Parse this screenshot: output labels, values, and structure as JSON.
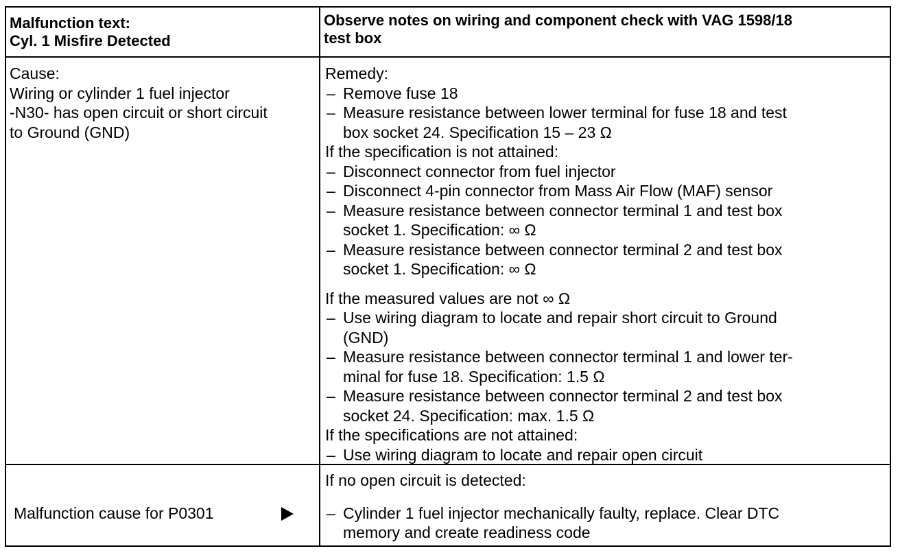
{
  "header": {
    "left": {
      "line1": "Malfunction text:",
      "line2": "Cyl. 1 Misfire Detected"
    },
    "right": {
      "line1": "Observe notes on wiring and component check with VAG 1598/18",
      "line2": "test box"
    }
  },
  "cause": {
    "label": "Cause:",
    "lines": [
      "Wiring or cylinder 1 fuel injector",
      "-N30- has open circuit or short circuit",
      "to Ground (GND)"
    ]
  },
  "remedy": {
    "label": "Remedy:",
    "step1": "Remove fuse 18",
    "step2": {
      "l1": "Measure resistance between lower terminal for fuse 18 and test",
      "l2": "box socket 24.  Specification 15 – 23 Ω"
    },
    "cond1": "If the specification is not attained:",
    "step3": "Disconnect connector from fuel injector",
    "step4": "Disconnect 4-pin connector from Mass Air Flow (MAF) sensor",
    "step5": {
      "l1": "Measure resistance between connector terminal 1 and test box",
      "l2": "socket 1.  Specification: ∞ Ω"
    },
    "step6": {
      "l1": "Measure resistance between connector terminal 2 and test box",
      "l2": "socket 1.  Specification: ∞ Ω"
    },
    "cond2": "If the measured values are not ∞ Ω",
    "step7": {
      "l1": "Use wiring diagram to locate and repair short circuit to Ground",
      "l2": "(GND)"
    },
    "step8": {
      "l1": "Measure resistance between connector terminal 1 and lower ter-",
      "l2": "minal for fuse 18.  Specification: 1.5 Ω"
    },
    "step9": {
      "l1": "Measure resistance between connector terminal 2 and test box",
      "l2": "socket 24.  Specification: max. 1.5 Ω"
    },
    "cond3": "If the specifications are not attained:",
    "step10": "Use wiring diagram to locate and repair open circuit"
  },
  "bottom": {
    "left_label": "Malfunction cause for P0301",
    "cond": "If no open circuit is detected:",
    "step": {
      "l1": "Cylinder 1 fuel injector mechanically faulty, replace.  Clear DTC",
      "l2": "memory and create readiness code"
    }
  },
  "dash": "–"
}
